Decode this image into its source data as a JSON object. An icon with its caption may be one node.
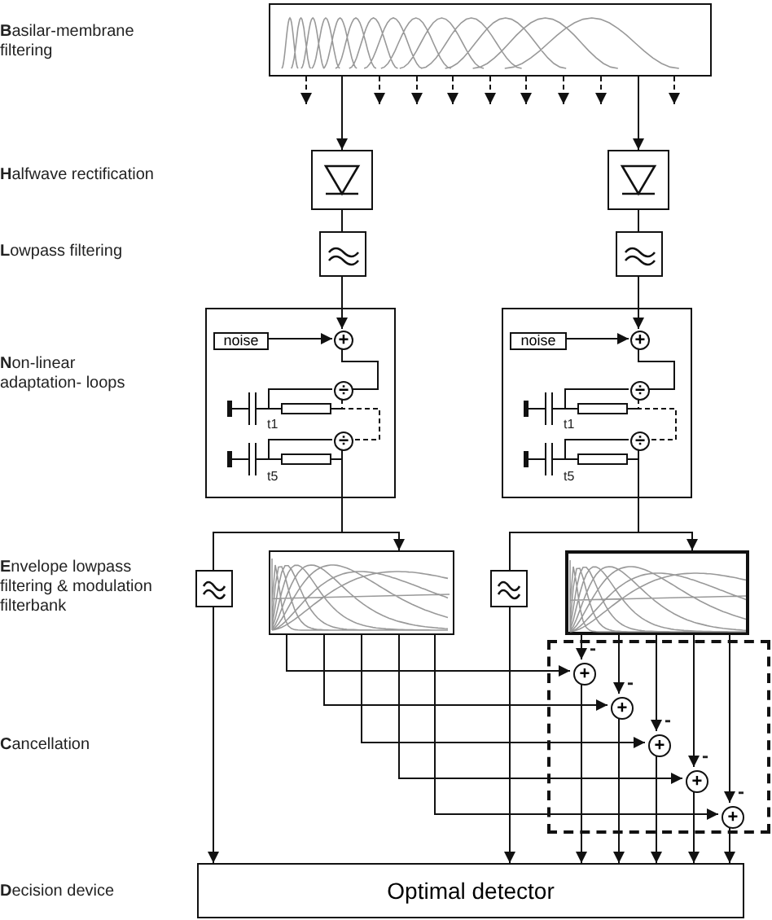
{
  "diagram": {
    "nodes": [
      {
        "text": [],
        "shape": "box"
      },
      {
        "text": [],
        "shape": "box"
      },
      {
        "text": [],
        "shape": "box"
      },
      {
        "text": [],
        "shape": "box"
      },
      {
        "text": [],
        "shape": "box"
      },
      {
        "text": [],
        "shape": "box"
      },
      {
        "text": [
          "noise"
        ],
        "in": 5
      },
      {
        "text": [
          "+"
        ],
        "in": 5
      },
      {
        "text": [
          "÷"
        ],
        "in": 5
      },
      {
        "text": [
          "÷"
        ],
        "in": 5
      },
      {
        "text": [],
        "shape": "box"
      },
      {
        "text": [
          "noise"
        ],
        "in": 10
      },
      {
        "text": [
          "+"
        ],
        "in": 10
      },
      {
        "text": [
          "÷"
        ],
        "in": 10
      },
      {
        "text": [
          "÷"
        ],
        "in": 10
      },
      {
        "text": [],
        "shape": "box"
      },
      {
        "text": [],
        "shape": "box"
      },
      {
        "text": [],
        "shape": "box"
      },
      {
        "text": [],
        "shape": "box"
      },
      {
        "text": [],
        "shape": "box"
      },
      {
        "text": [
          "+"
        ],
        "in": 19
      },
      {
        "text": [
          "+"
        ],
        "in": 19
      },
      {
        "text": [
          "+"
        ],
        "in": 19
      },
      {
        "text": [
          "+"
        ],
        "in": 19
      },
      {
        "text": [
          "+"
        ],
        "in": 19
      },
      {
        "text": [
          "Optimal detector"
        ]
      }
    ],
    "edges": [
      {
        "from": 0,
        "to": 1,
        "arrow": "to"
      },
      {
        "from": 0,
        "to": 2,
        "arrow": "to"
      },
      {
        "from": 0,
        "to": null,
        "arrow": "to",
        "style": "dashed"
      },
      {
        "from": 0,
        "to": null,
        "arrow": "to",
        "style": "dashed"
      },
      {
        "from": 0,
        "to": null,
        "arrow": "to",
        "style": "dashed"
      },
      {
        "from": 0,
        "to": null,
        "arrow": "to",
        "style": "dashed"
      },
      {
        "from": 0,
        "to": null,
        "arrow": "to",
        "style": "dashed"
      },
      {
        "from": 0,
        "to": null,
        "arrow": "to",
        "style": "dashed"
      },
      {
        "from": 0,
        "to": null,
        "arrow": "to",
        "style": "dashed"
      },
      {
        "from": 0,
        "to": null,
        "arrow": "to",
        "style": "dashed"
      },
      {
        "from": 0,
        "to": null,
        "arrow": "to",
        "style": "dashed"
      },
      {
        "from": 1,
        "to": 3,
        "arrow": "none"
      },
      {
        "from": 2,
        "to": 4,
        "arrow": "none"
      },
      {
        "from": 3,
        "to": 7,
        "arrow": "to"
      },
      {
        "from": 4,
        "to": 12,
        "arrow": "to"
      },
      {
        "from": 6,
        "to": 7,
        "arrow": "to"
      },
      {
        "from": 11,
        "to": 12,
        "arrow": "to"
      },
      {
        "from": 7,
        "to": 8,
        "arrow": "none"
      },
      {
        "from": 8,
        "to": 9,
        "arrow": "none",
        "style": "dashed"
      },
      {
        "from": 12,
        "to": 13,
        "arrow": "none"
      },
      {
        "from": 13,
        "to": 14,
        "arrow": "none",
        "style": "dashed"
      },
      {
        "from": 9,
        "to": 15,
        "arrow": "none"
      },
      {
        "from": 9,
        "to": 16,
        "arrow": "to"
      },
      {
        "from": 14,
        "to": 17,
        "arrow": "none"
      },
      {
        "from": 14,
        "to": 18,
        "arrow": "to"
      },
      {
        "from": 16,
        "to": 20,
        "arrow": "to"
      },
      {
        "from": 16,
        "to": 21,
        "arrow": "to"
      },
      {
        "from": 16,
        "to": 22,
        "arrow": "to"
      },
      {
        "from": 16,
        "to": 23,
        "arrow": "to"
      },
      {
        "from": 16,
        "to": 24,
        "arrow": "to"
      },
      {
        "from": 18,
        "to": 20,
        "arrow": "to"
      },
      {
        "from": 18,
        "to": 21,
        "arrow": "to"
      },
      {
        "from": 18,
        "to": 22,
        "arrow": "to"
      },
      {
        "from": 18,
        "to": 23,
        "arrow": "to"
      },
      {
        "from": 18,
        "to": 24,
        "arrow": "to"
      },
      {
        "from": 20,
        "to": 25,
        "arrow": "to"
      },
      {
        "from": 21,
        "to": 25,
        "arrow": "to"
      },
      {
        "from": 22,
        "to": 25,
        "arrow": "to"
      },
      {
        "from": 23,
        "to": 25,
        "arrow": "to"
      },
      {
        "from": 24,
        "to": 25,
        "arrow": "to"
      },
      {
        "from": 15,
        "to": 25,
        "arrow": "to"
      },
      {
        "from": 17,
        "to": 25,
        "arrow": "to"
      }
    ],
    "labels": [
      "**B**asilar-membrane filtering",
      "**H**alfwave rectification",
      "**L**owpass filtering",
      "**N**on-linear adaptation- loops",
      "t1",
      "t1",
      "t5",
      "t5",
      "**E**nvelope lowpass filtering & modulation filterbank",
      "-",
      "-",
      "-",
      "-",
      "-",
      "**C**ancellation",
      "**D**ecision device"
    ]
  }
}
